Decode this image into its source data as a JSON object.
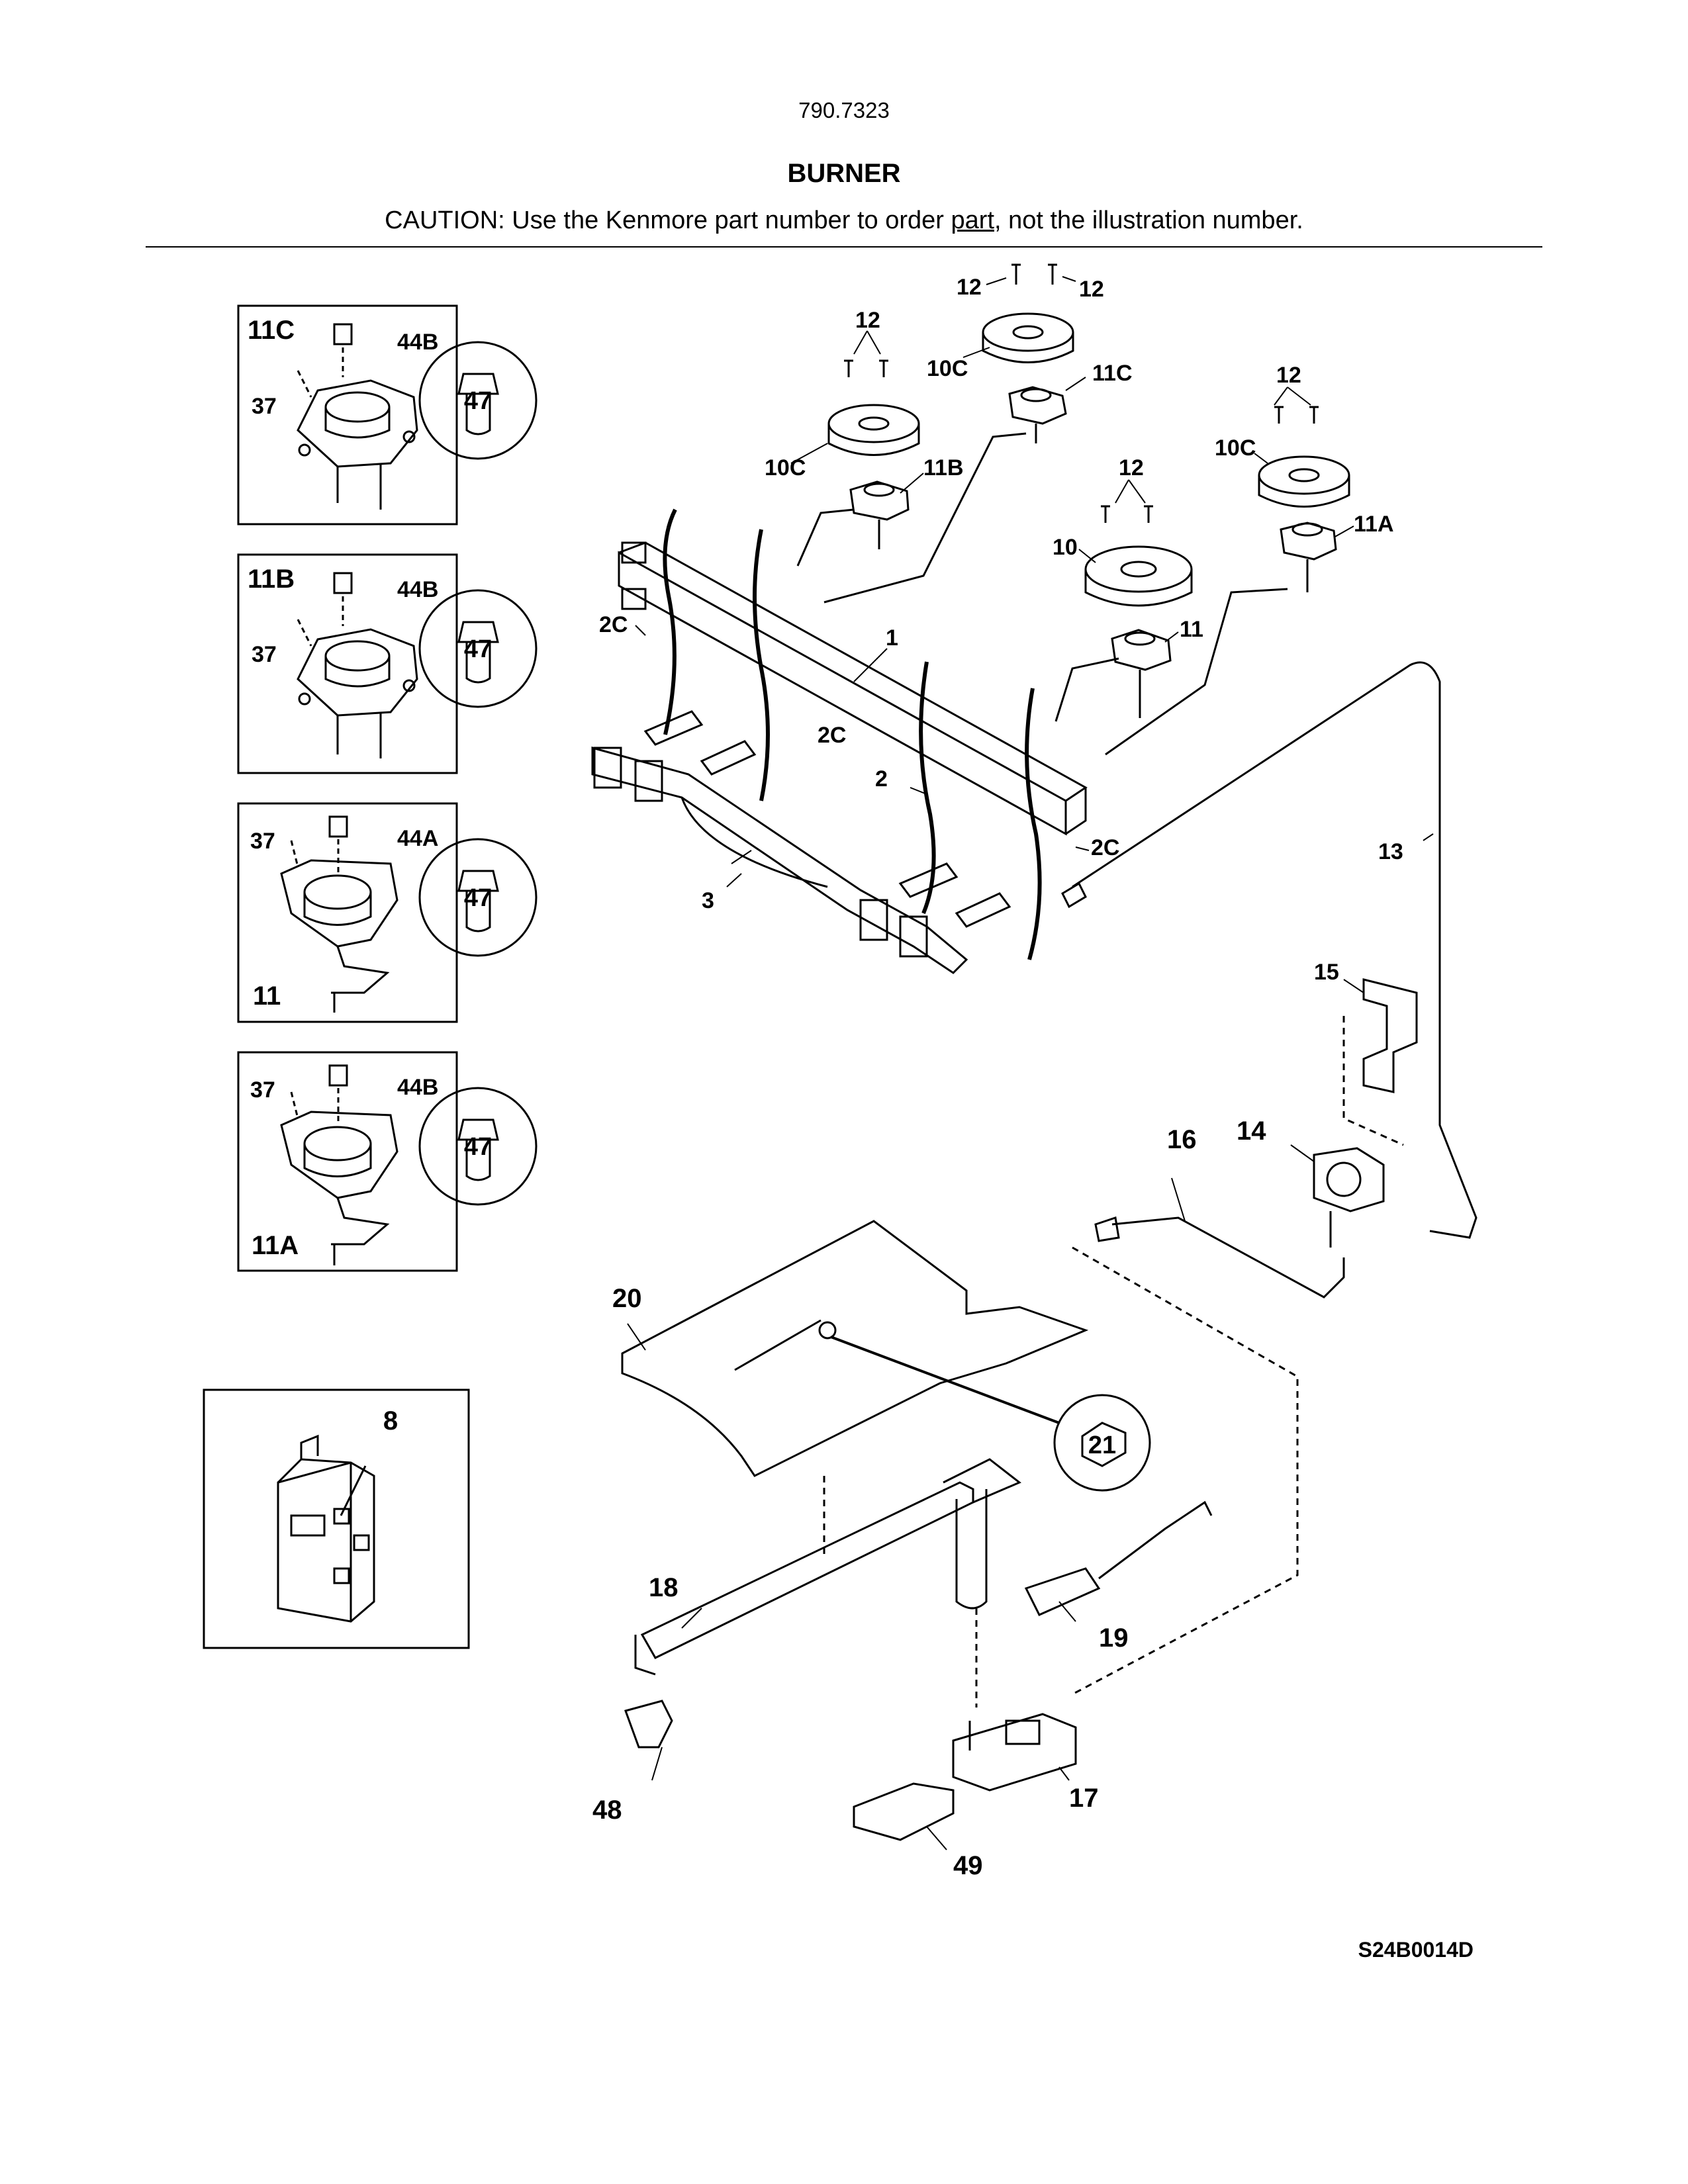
{
  "header": {
    "model": "790.7323",
    "title": "BURNER",
    "caution_before": "CAUTION: Use the Kenmore part number to order ",
    "caution_link": "part",
    "caution_after": ", not the illustration number."
  },
  "diagram_code": "S24B0014D",
  "insets": {
    "inset_11c": {
      "title": "11C",
      "screw": "37",
      "cap": "44B",
      "circle": "47"
    },
    "inset_11b": {
      "title": "11B",
      "screw": "37",
      "cap": "44B",
      "circle": "47"
    },
    "inset_11": {
      "title": "11",
      "screw": "37",
      "cap": "44A",
      "circle": "47"
    },
    "inset_11a": {
      "title": "11A",
      "screw": "37",
      "cap": "44B",
      "circle": "47"
    },
    "inset_8": {
      "label": "8"
    }
  },
  "callouts": {
    "c12a": "12",
    "c12b": "12",
    "c12c": "12",
    "c12d": "12",
    "c12e": "12",
    "c10c_top": "10C",
    "c11c": "11C",
    "c10c_left": "10C",
    "c11b": "11B",
    "c10c_right": "10C",
    "c11a": "11A",
    "c10": "10",
    "c11": "11",
    "c1": "1",
    "c2": "2",
    "c2c_a": "2C",
    "c2c_b": "2C",
    "c2c_c": "2C",
    "c3": "3",
    "c13": "13",
    "c14": "14",
    "c15": "15",
    "c16": "16",
    "c17": "17",
    "c18": "18",
    "c19": "19",
    "c20": "20",
    "c21": "21",
    "c48": "48",
    "c49": "49"
  }
}
